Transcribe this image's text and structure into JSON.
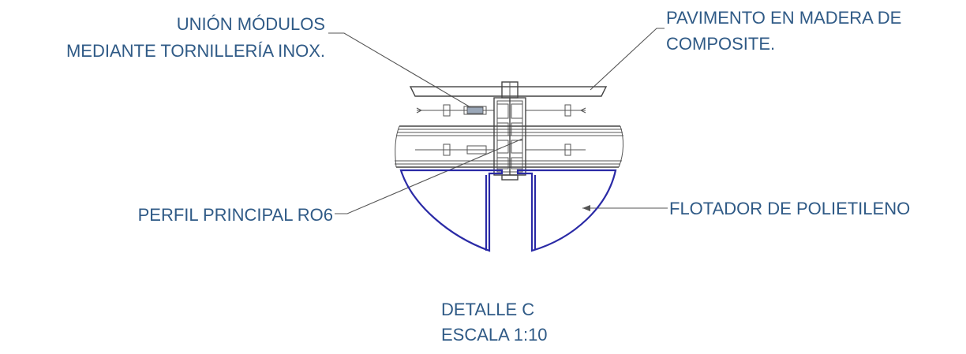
{
  "labels": {
    "union_line1": "UNIÓN MÓDULOS",
    "union_line2": "MEDIANTE TORNILLERÍA INOX.",
    "pavimento_line1": "PAVIMENTO EN MADERA DE",
    "pavimento_line2": "COMPOSITE.",
    "perfil": "PERFIL PRINCIPAL RO6",
    "flotador": "FLOTADOR DE POLIETILENO",
    "title_line1": "DETALLE C",
    "title_line2": "ESCALA 1:10"
  },
  "colors": {
    "label_text": "#2f5a86",
    "float_outline": "#2a2aa6",
    "linework": "#444444"
  }
}
